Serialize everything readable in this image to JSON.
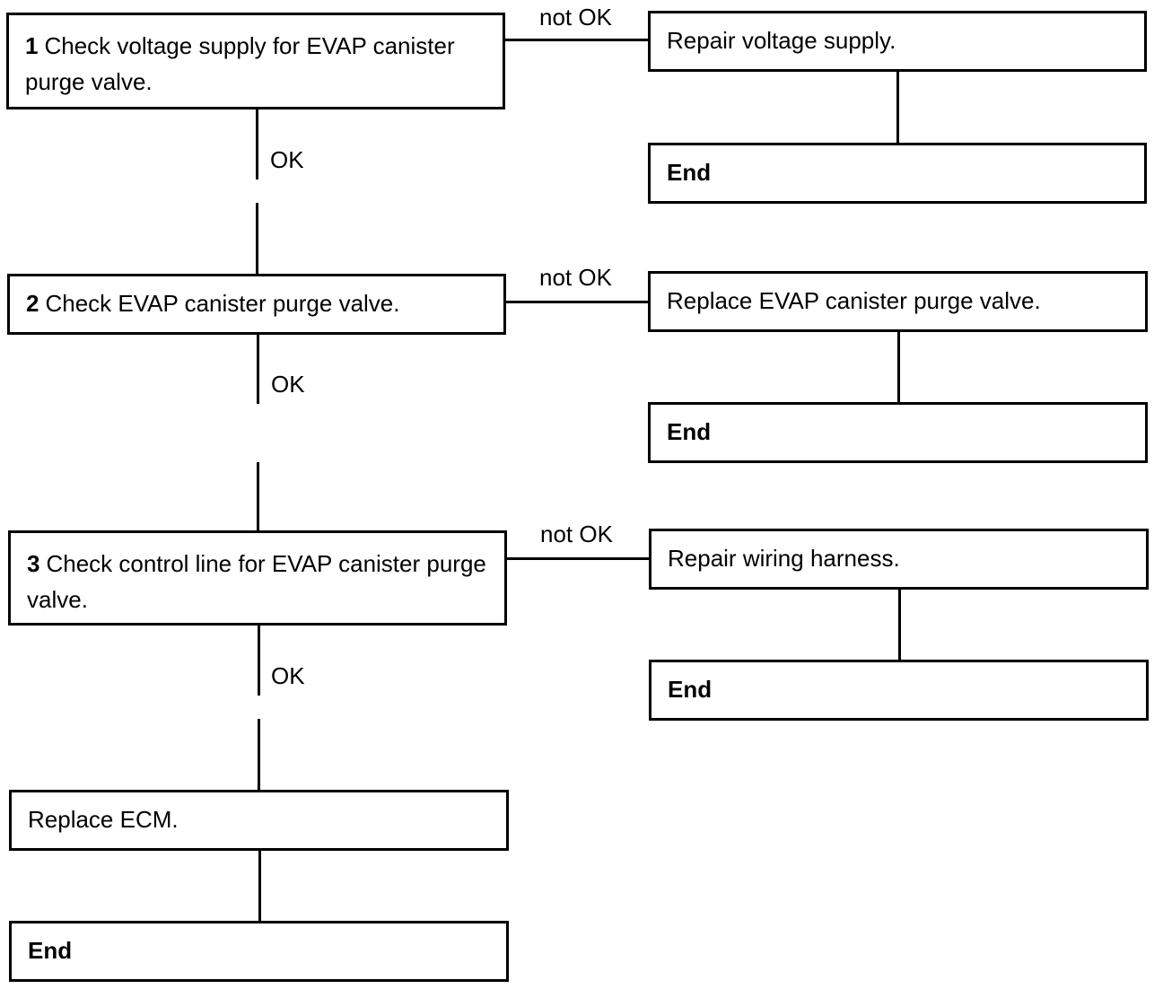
{
  "steps": [
    {
      "number": "1",
      "text": "Check voltage supply for EVAP canister purge valve.",
      "fail_action": "Repair voltage supply.",
      "fail_end": "End"
    },
    {
      "number": "2",
      "text": "Check EVAP canister purge valve.",
      "fail_action": "Replace EVAP canister purge valve.",
      "fail_end": "End"
    },
    {
      "number": "3",
      "text": "Check control line for EVAP canister purge valve.",
      "fail_action": "Repair wiring harness.",
      "fail_end": "End"
    }
  ],
  "final": {
    "action": "Replace ECM.",
    "end": "End"
  },
  "labels": {
    "ok": "OK",
    "not_ok": "not OK"
  }
}
